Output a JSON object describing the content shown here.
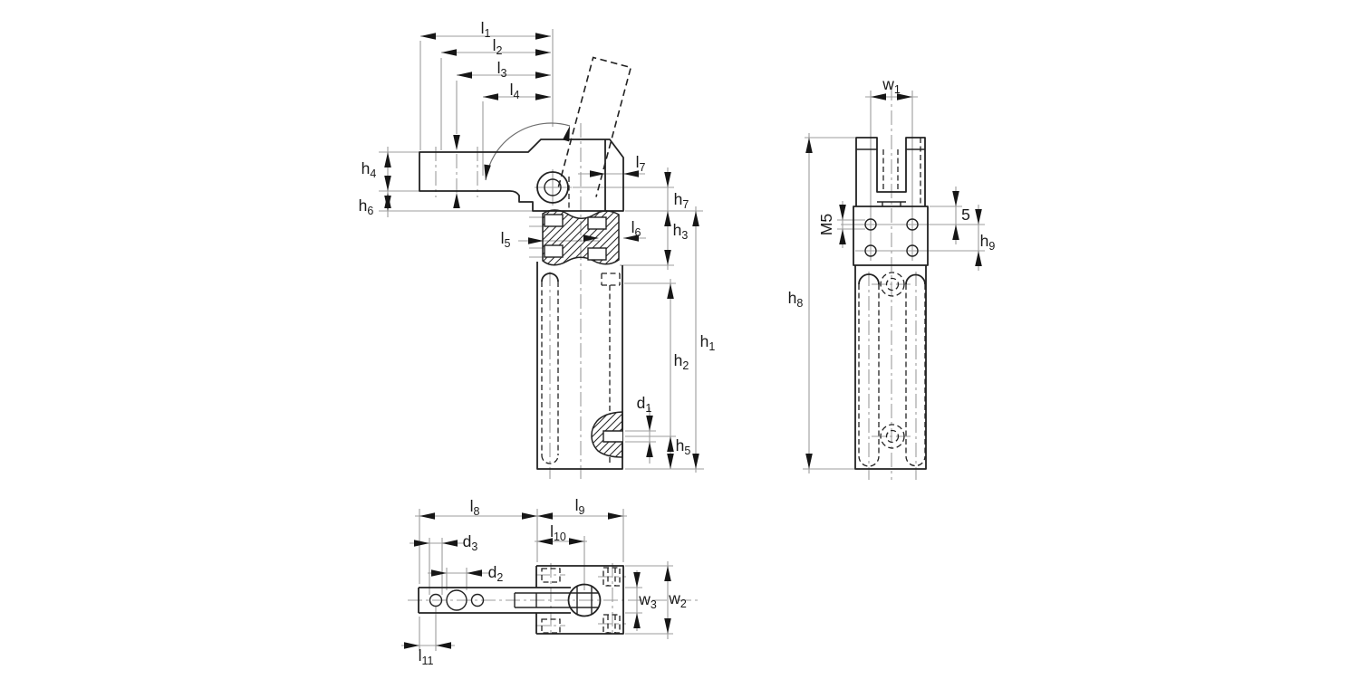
{
  "drawing": {
    "type": "technical-dimension-drawing",
    "views": {
      "front": "front view with swing clamp arm",
      "side": "side view with mounting holes",
      "bottom": "bottom view of clamp arm"
    },
    "colors": {
      "background": "#ffffff",
      "line": "#222222",
      "aux_line": "#9d9d9d",
      "arrow": "#161616"
    },
    "labels": {
      "l1": {
        "base": "l",
        "sub": "1"
      },
      "l2": {
        "base": "l",
        "sub": "2"
      },
      "l3": {
        "base": "l",
        "sub": "3"
      },
      "l4": {
        "base": "l",
        "sub": "4"
      },
      "l5": {
        "base": "l",
        "sub": "5"
      },
      "l6": {
        "base": "l",
        "sub": "6"
      },
      "l7": {
        "base": "l",
        "sub": "7"
      },
      "l8": {
        "base": "l",
        "sub": "8"
      },
      "l9": {
        "base": "l",
        "sub": "9"
      },
      "l10": {
        "base": "l",
        "sub": "10"
      },
      "l11": {
        "base": "l",
        "sub": "11"
      },
      "h1": {
        "base": "h",
        "sub": "1"
      },
      "h2": {
        "base": "h",
        "sub": "2"
      },
      "h3": {
        "base": "h",
        "sub": "3"
      },
      "h4": {
        "base": "h",
        "sub": "4"
      },
      "h5": {
        "base": "h",
        "sub": "5"
      },
      "h6": {
        "base": "h",
        "sub": "6"
      },
      "h7": {
        "base": "h",
        "sub": "7"
      },
      "h8": {
        "base": "h",
        "sub": "8"
      },
      "h9": {
        "base": "h",
        "sub": "9"
      },
      "w1": {
        "base": "w",
        "sub": "1"
      },
      "w2": {
        "base": "w",
        "sub": "2"
      },
      "w3": {
        "base": "w",
        "sub": "3"
      },
      "d1": {
        "base": "d",
        "sub": "1"
      },
      "d2": {
        "base": "d",
        "sub": "2"
      },
      "d3": {
        "base": "d",
        "sub": "3"
      },
      "m5": {
        "base": "M5",
        "sub": ""
      },
      "n5": {
        "base": "5",
        "sub": ""
      }
    }
  }
}
